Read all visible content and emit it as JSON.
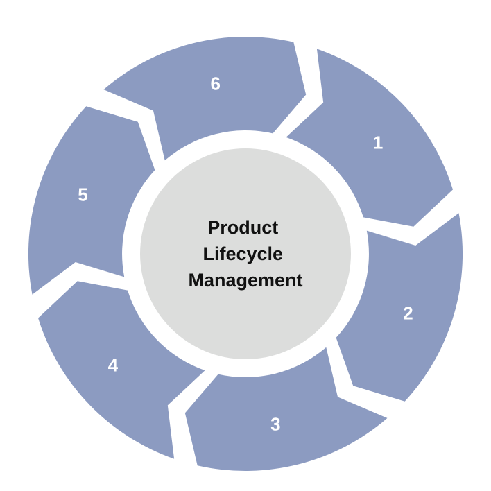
{
  "center": {
    "lines": [
      "Product",
      "Lifecycle",
      "Management"
    ]
  },
  "segments": [
    {
      "label": "1"
    },
    {
      "label": "2"
    },
    {
      "label": "3"
    },
    {
      "label": "4"
    },
    {
      "label": "5"
    },
    {
      "label": "6"
    }
  ],
  "colors": {
    "segment_fill": "#8c9bc1",
    "gap": "#ffffff",
    "hub_fill": "#dcdddc",
    "label_text": "#ffffff",
    "center_text": "#111111"
  }
}
